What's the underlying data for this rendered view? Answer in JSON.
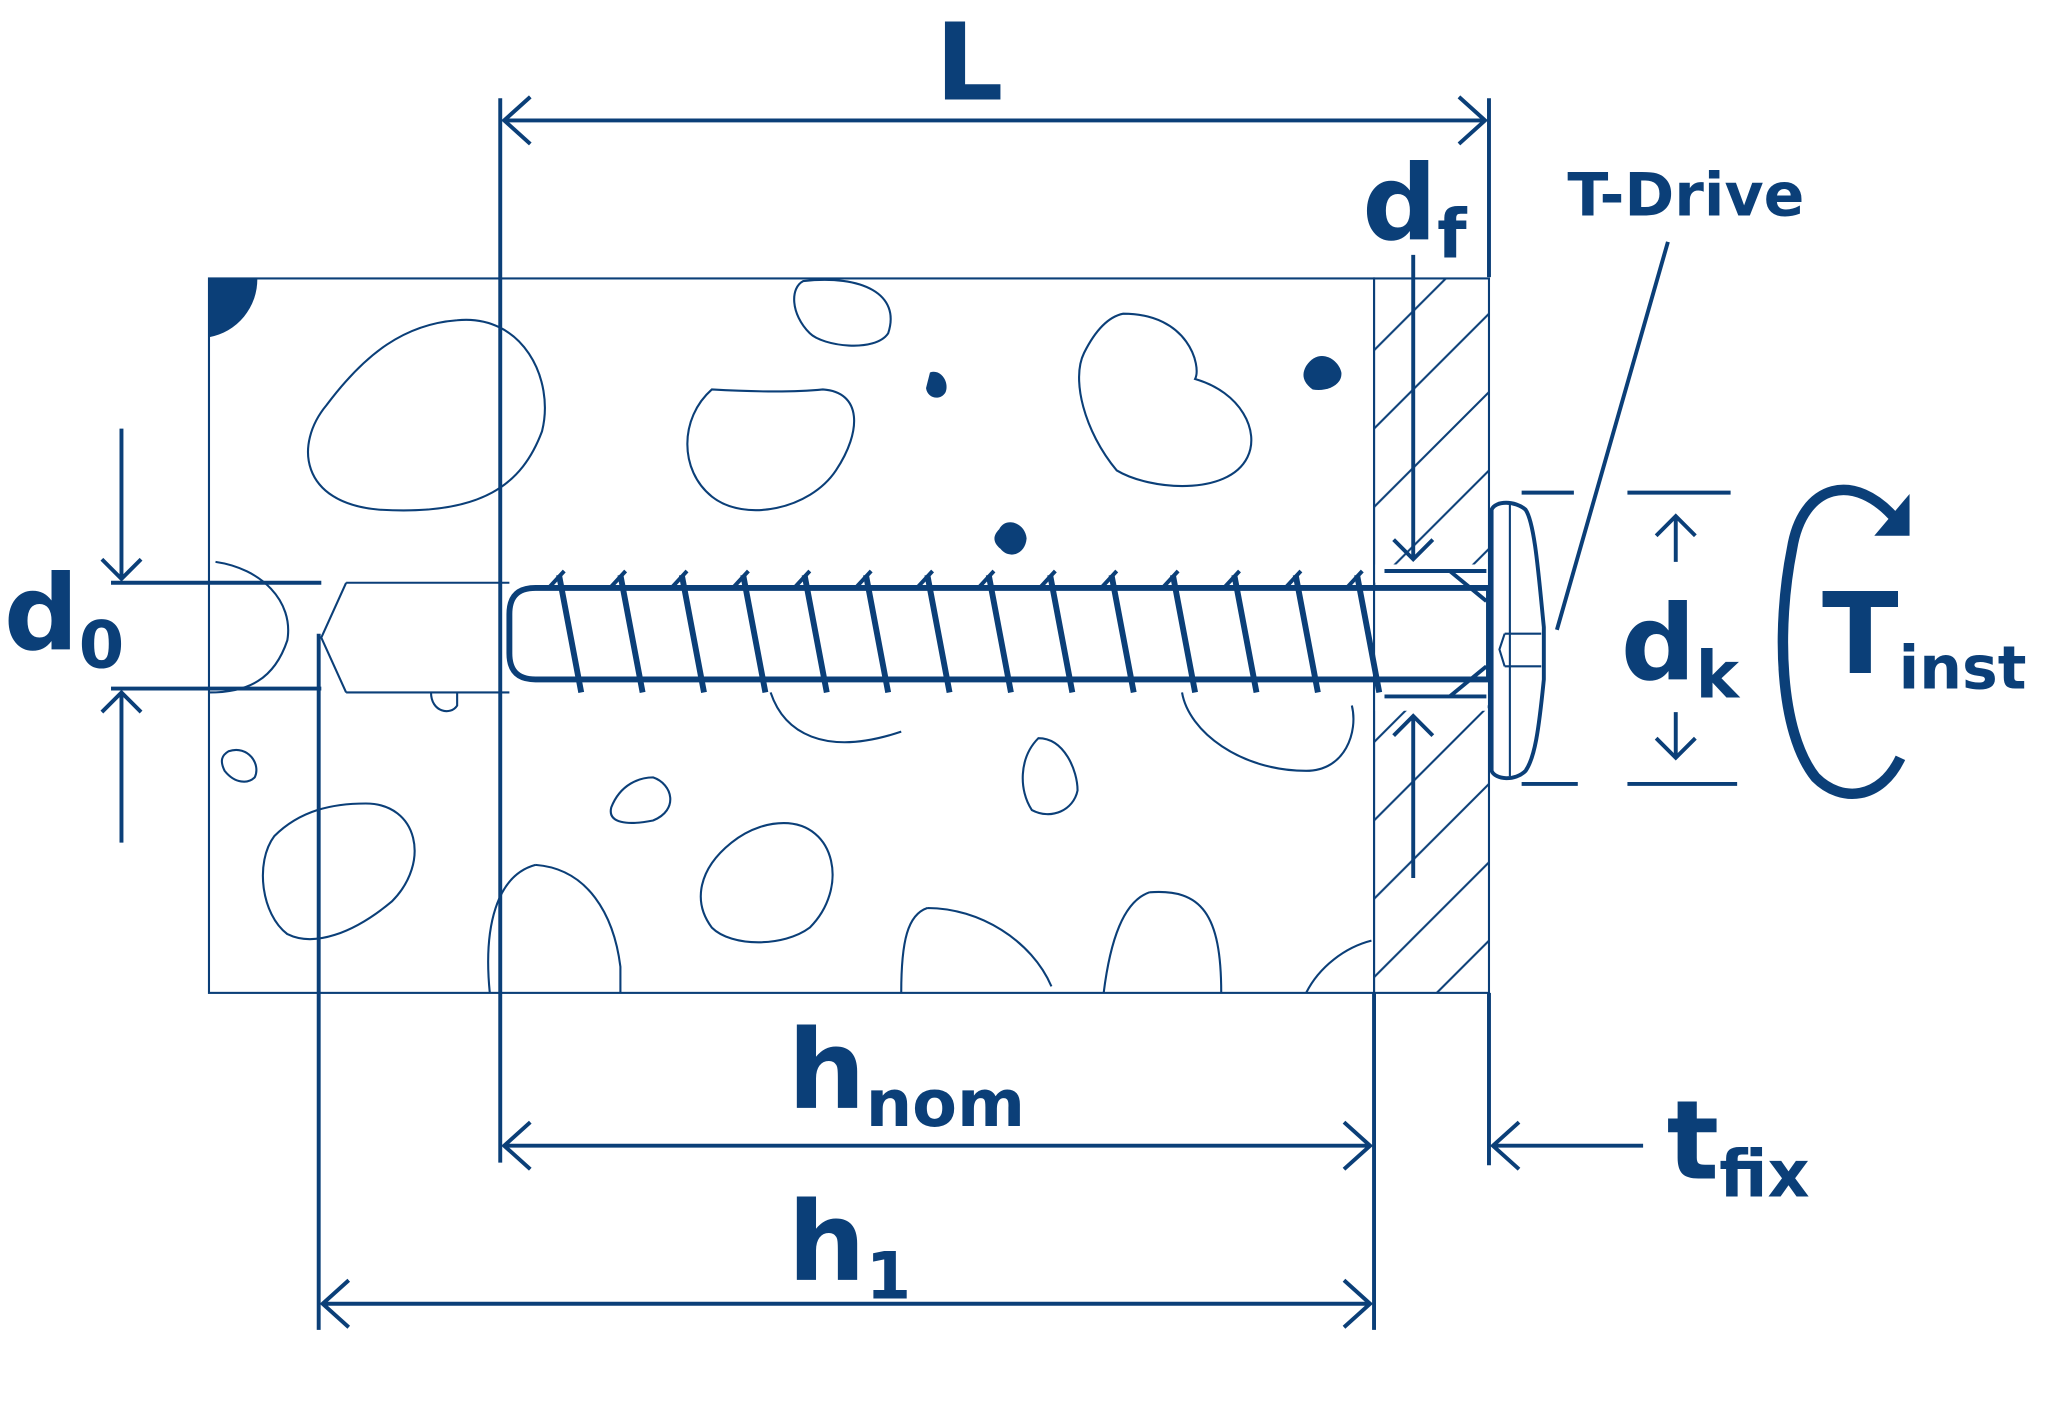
{
  "diagram": {
    "title": "Concrete screw installation parameters",
    "color": "#0b3f78",
    "labels": {
      "L": "L",
      "df_main": "d",
      "df_sub": "f",
      "t_drive": "T-Drive",
      "d0_main": "d",
      "d0_sub": "0",
      "dk_main": "d",
      "dk_sub": "k",
      "tinst_main": "T",
      "tinst_sub": "inst",
      "hnom_main": "h",
      "hnom_sub": "nom",
      "h1_main": "h",
      "h1_sub": "1",
      "tfix_main": "t",
      "tfix_sub": "fix"
    }
  }
}
